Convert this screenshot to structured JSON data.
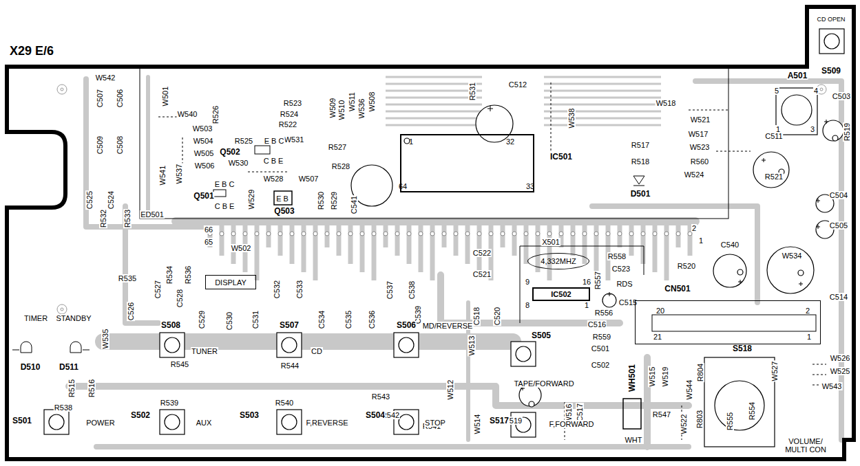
{
  "diagram": {
    "title": "X29 E/6",
    "nodes": [
      {
        "text": [
          "DISPLAY"
        ]
      },
      {
        "text": [
          "4,332MHZ"
        ]
      },
      {
        "text": [
          "IC502"
        ]
      },
      {
        "text": [
          "1",
          "32"
        ]
      },
      {
        "text": [
          "20",
          "2",
          "21",
          "1"
        ]
      }
    ],
    "labels": [
      "CD OPEN",
      "S509",
      "A501",
      "5",
      "4",
      "1",
      "3",
      "C503",
      "R519",
      "C511",
      "R521",
      "C504",
      "C505",
      "W534",
      "C514",
      "C540",
      "R520",
      "CN501",
      "2",
      "1",
      "W518",
      "W521",
      "W517",
      "W523",
      "R517",
      "R518",
      "R560",
      "W524",
      "D501",
      "W538",
      "R531",
      "C512",
      "IC501",
      "64",
      "33",
      "C541",
      "R529",
      "R530",
      "R528",
      "R527",
      "W509",
      "W510",
      "W511",
      "W536",
      "W508",
      "R523",
      "R524",
      "R522",
      "W531",
      "W507",
      "W528",
      "R525",
      "E B C",
      "Q502",
      "C B E",
      "W530",
      "W503",
      "R526",
      "W540",
      "W504",
      "W505",
      "W506",
      "W501",
      "W542",
      "C507",
      "C506",
      "C509",
      "C508",
      "W541",
      "W537",
      "E B C",
      "Q501",
      "C B E",
      "W529",
      "E B",
      "Q503",
      "C525",
      "C524",
      "R532",
      "R533",
      "ED501",
      "66",
      "65",
      "W502",
      "R535",
      "R534",
      "R536",
      "C527",
      "C528",
      "C526",
      "C529",
      "C530",
      "C531",
      "C532",
      "C533",
      "C534",
      "C535",
      "C536",
      "C537",
      "C538",
      "C539",
      "C522",
      "C521",
      "X501",
      "R558",
      "C523",
      "9",
      "16",
      "R557",
      "RDS",
      "8",
      "1",
      "R556",
      "C515",
      "C518",
      "C520",
      "C516",
      "R559",
      "C501",
      "C502",
      "S508",
      "TUNER",
      "S507",
      "CD",
      "S506",
      "MD/REVERSE",
      "S505",
      "TAPE/FORWARD",
      "TIMER",
      "STANDBY",
      "D510",
      "D511",
      "W535",
      "R515",
      "R516",
      "R545",
      "R544",
      "R543",
      "W513",
      "W512",
      "R542",
      "R541",
      "W514",
      "C519",
      "W516",
      "C517",
      "WH501",
      "W515",
      "W519",
      "W544",
      "R804",
      "S518",
      "W527",
      "W526",
      "W525",
      "W543",
      "R803",
      "R555",
      "R554",
      "VOLUME/ MULTI CON",
      "WHT",
      "R547",
      "W522",
      "R538",
      "S501",
      "POWER",
      "R539",
      "S502",
      "AUX",
      "R540",
      "S503",
      "F,REVERSE",
      "S504",
      "STOP",
      "S517",
      "F,FORWARD"
    ]
  }
}
